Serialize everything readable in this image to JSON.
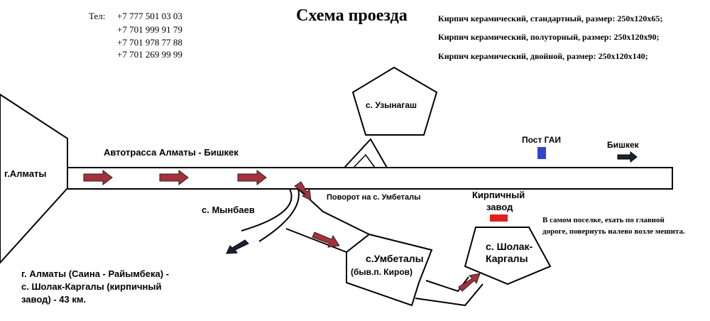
{
  "header": {
    "phone_label": "Тел:",
    "phones": [
      "+7 777 501 03 03",
      "+7 701 999 91 79",
      "+7 701 978 77 88",
      "+7 701 269 99 99"
    ],
    "title": "Схема проезда"
  },
  "products": [
    "Кирпич керамический, стандартный, размер: 250х120х65;",
    "Кирпич керамический, полуторный, размер: 250х120х90;",
    "Кирпич керамический, двойной, размер: 250х120х140;"
  ],
  "map": {
    "uzunagash": "с. Узынагаш",
    "highway": "Автотрасса Алматы - Бишкек",
    "post_gai": "Пост ГАИ",
    "bishkek": "Бишкек",
    "almaty": "г.Алматы",
    "turn": "Поворот на с. Умбеталы",
    "factory_line1": "Кирпичный",
    "factory_line2": "завод",
    "mynbaev": "с. Мынбаев",
    "village_note_line1": "В самом поселке, ехать по главной",
    "village_note_line2": "дороге, повернуть налево возле мешита.",
    "sholak_line1": "с. Шолак-",
    "sholak_line2": "Каргалы",
    "umbetaly": "с.Умбеталы",
    "umbetaly_sub": "(быв.п. Киров)"
  },
  "distance": {
    "line1": "г. Алматы (Саина - Райымбека) -",
    "line2": "с. Шолак-Каргалы (кирпичный",
    "line3": "завод) - 43 км."
  },
  "colors": {
    "route_arrow": "#a8303a",
    "direction_arrow": "#1a2233",
    "post_gai_marker": "#3344cc",
    "factory_marker": "#e02020",
    "outline": "#000000"
  }
}
